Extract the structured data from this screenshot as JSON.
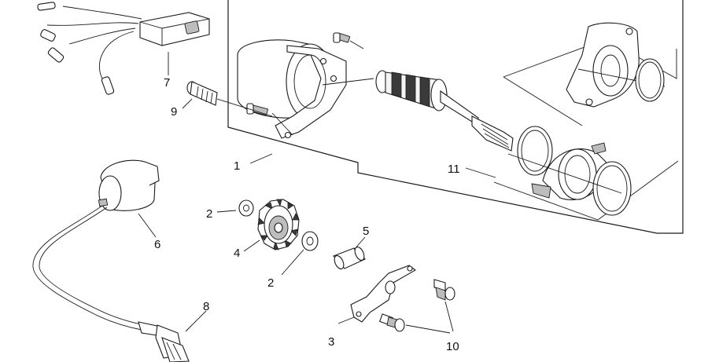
{
  "callouts": [
    {
      "id": "1",
      "text": "1"
    },
    {
      "id": "2a",
      "text": "2"
    },
    {
      "id": "2b",
      "text": "2"
    },
    {
      "id": "3",
      "text": "3"
    },
    {
      "id": "4",
      "text": "4"
    },
    {
      "id": "5",
      "text": "5"
    },
    {
      "id": "6",
      "text": "6"
    },
    {
      "id": "7",
      "text": "7"
    },
    {
      "id": "8",
      "text": "8"
    },
    {
      "id": "9",
      "text": "9"
    },
    {
      "id": "10",
      "text": "10"
    },
    {
      "id": "11",
      "text": "11"
    }
  ]
}
